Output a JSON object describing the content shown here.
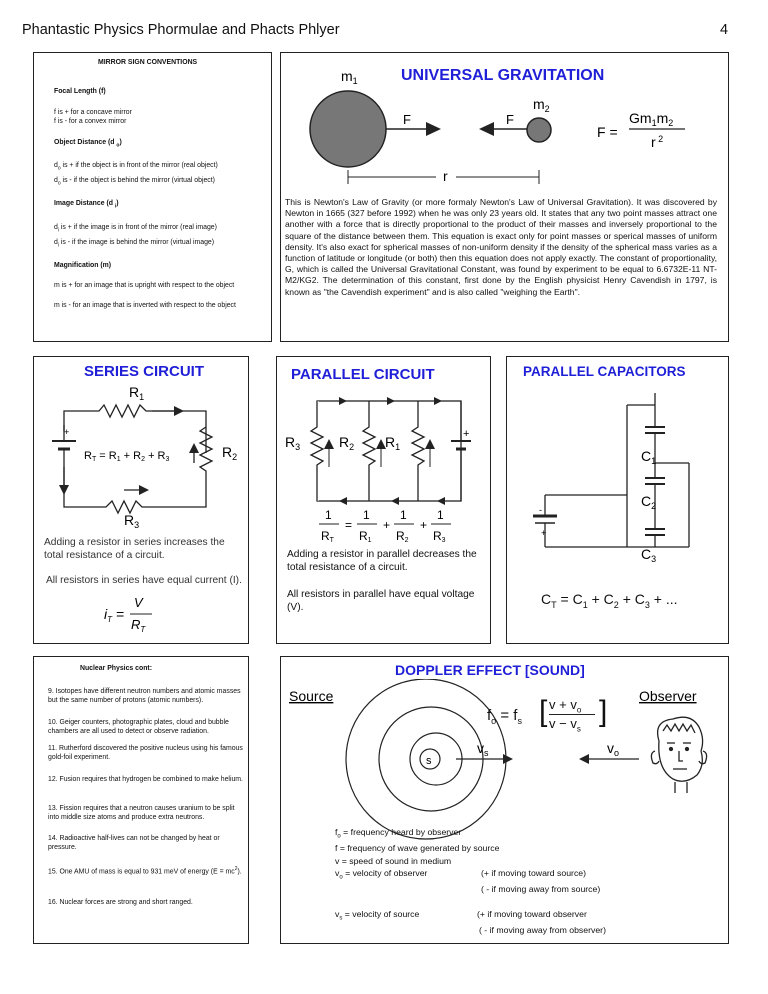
{
  "header": {
    "title": "Phantastic Physics Phormulae and Phacts Phlyer",
    "page": "4"
  },
  "mirror": {
    "title": "MIRROR SIGN CONVENTIONS",
    "focal_title": "Focal Length (f)",
    "focal_1": "f is + for a concave mirror",
    "focal_2": "f is - for a convex mirror",
    "obj_title": "Object Distance (d o)",
    "obj_1": "do is + if the object is in front of the mirror (real object)",
    "obj_2": "do is - if the object is behind the mirror (virtual object)",
    "img_title": "Image Distance (d i)",
    "img_1": "di is + if the image is in front of the mirror (real image)",
    "img_2": "di is - if the image is behind the mirror (virtual image)",
    "mag_title": "Magnification (m)",
    "mag_1": "m is + for an image that is upright with respect to the object",
    "mag_2": "m is - for an image that is inverted with respect to the object"
  },
  "gravity": {
    "title": "UNIVERSAL  GRAVITATION",
    "m1": "m1",
    "m2": "m2",
    "f_label": "F",
    "r_label": "r",
    "formula_lhs": "F =",
    "formula_num": "Gm1m2",
    "formula_den": "r 2",
    "text": "This is Newton's Law of Gravity (or more formaly Newton's Law of Universal Gravitation). It was discovered by Newton in 1665 (327 before 1992) when he was only 23 years old. It states that any two point masses attract one another with a force that is directly proportional to the product of their masses and inversely proportional to the square of the distance between them. This equation is exact only for point masses or sperical masses of uniform density. It's also exact for spherical masses of non-uniform density if the density of the spherical mass varies as a function of latitude or longitude (or both) then this equation does not apply exactly. The constant of proportionality, G, which is called the Universal Gravitational Constant, was found by experiment to be equal to 6.6732E-11 NT-M2/KG2. The determination of this constant, first done by the English physicist Henry Cavendish in 1797, is known as \"the Cavendish experiment\" and is also called \"weighing the Earth\"."
  },
  "series": {
    "title": "SERIES  CIRCUIT",
    "r1": "R1",
    "r2": "R2",
    "r3": "R3",
    "formula": "RT = R1 + R2 + R3",
    "note1": "Adding a resistor in series increases the total resistance of a circuit.",
    "note2": "All resistors in series have equal current (I).",
    "law_lhs": "iT =",
    "law_num": "V",
    "law_den": "RT"
  },
  "parallel": {
    "title": "PARALLEL  CIRCUIT",
    "r1": "R1",
    "r2": "R2",
    "r3": "R3",
    "formula": "1/RT = 1/R1 + 1/R2 + 1/R3",
    "note1": "Adding a resistor in parallel decreases the total resistance of a circuit.",
    "note2": "All resistors in parallel have equal voltage (V)."
  },
  "capacitors": {
    "title": "PARALLEL  CAPACITORS",
    "c1": "C1",
    "c2": "C2",
    "c3": "C3",
    "formula": "CT = C1 + C2 + C3 + ..."
  },
  "nuclear": {
    "title": "Nuclear Physics cont:",
    "items": [
      "9. Isotopes have different neutron numbers and atomic masses but the same number of protons (atomic numbers).",
      "10. Geiger counters, photographic plates, cloud and bubble chambers are all used to detect or observe radiation.",
      "11. Rutherford discovered the positive nucleus using his famous gold-foil experiment.",
      "12. Fusion requires that hydrogen be combined to make helium.",
      "13. Fission requires that a neutron causes uranium to be split into middle size atoms and produce extra neutrons.",
      "14. Radioactive half-lives can not be changed by heat or pressure.",
      "15. One AMU of mass is equal to 931 meV of energy (E = mc2).",
      "16. Nuclear forces are strong and short ranged."
    ]
  },
  "doppler": {
    "title": "DOPPLER  EFFECT  [SOUND]",
    "source": "Source",
    "observer": "Observer",
    "s": "s",
    "vs": "vs",
    "vo": "vo",
    "formula": "fo = fs [ (v + vo) / (v - vs) ]",
    "def_fo": "fo = frequency heard by observer",
    "def_f": "f = frequency of wave generated by source",
    "def_v": "v = speed of sound in medium",
    "def_vo": "vo = velocity of observer",
    "def_vo_plus": "(+ if moving toward source)",
    "def_vo_minus": "( - if moving away from source)",
    "def_vs": "vs = velocity of source",
    "def_vs_plus": "(+ if moving toward observer",
    "def_vs_minus": "( - if moving away from observer)"
  }
}
